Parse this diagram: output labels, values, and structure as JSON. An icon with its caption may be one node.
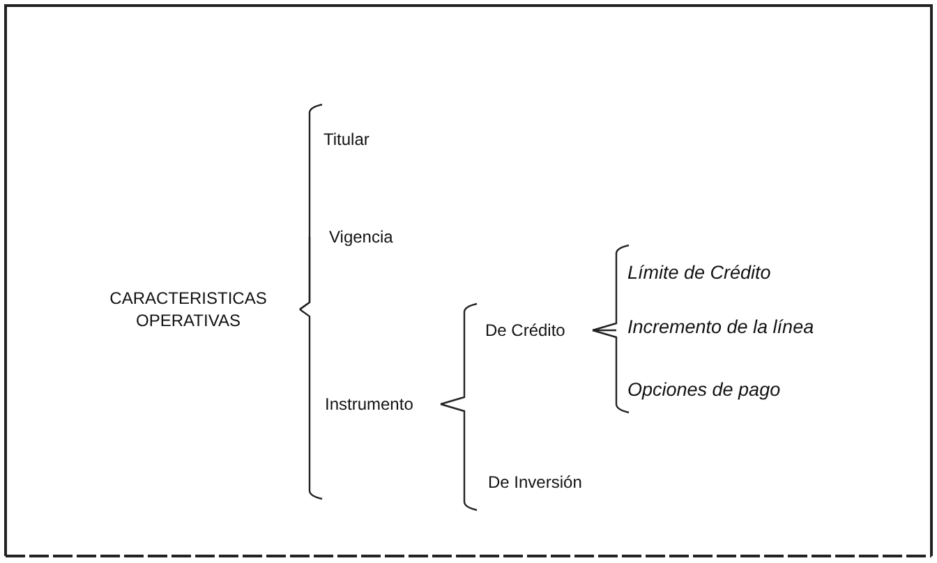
{
  "diagram": {
    "nodes": [
      {
        "text": [
          "CARACTERISTICAS OPERATIVAS"
        ]
      },
      {
        "text": [
          "Titular"
        ]
      },
      {
        "text": [
          "Vigencia"
        ]
      },
      {
        "text": [
          "Instrumento"
        ]
      },
      {
        "text": [
          "De Crédito"
        ]
      },
      {
        "text": [
          "De Inversión"
        ]
      },
      {
        "text": [
          "Límite de Crédito"
        ]
      },
      {
        "text": [
          "Incremento de la línea"
        ]
      },
      {
        "text": [
          "Opciones de pago"
        ]
      }
    ],
    "edges": [
      {
        "from": 0,
        "to": 1,
        "arrow": "none"
      },
      {
        "from": 0,
        "to": 2,
        "arrow": "none"
      },
      {
        "from": 0,
        "to": 3,
        "arrow": "none"
      },
      {
        "from": 3,
        "to": 4,
        "arrow": "none"
      },
      {
        "from": 3,
        "to": 5,
        "arrow": "none"
      },
      {
        "from": 4,
        "to": 6,
        "arrow": "none"
      },
      {
        "from": 4,
        "to": 7,
        "arrow": "none"
      },
      {
        "from": 4,
        "to": 8,
        "arrow": "none"
      }
    ]
  }
}
